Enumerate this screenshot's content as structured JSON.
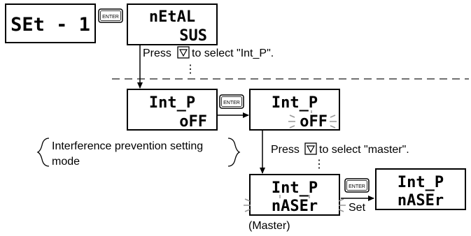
{
  "displays": {
    "set1": {
      "line1": "SEt - 1"
    },
    "metal": {
      "line1": "nEtAL",
      "line2": "SUS"
    },
    "intp_off": {
      "line1": "Int_P",
      "line2": "oFF"
    },
    "intp_off_blink": {
      "line1": "Int_P",
      "line2": "oFF"
    },
    "intp_master_blink": {
      "line1": "Int_P",
      "line2": "nASEr"
    },
    "intp_master": {
      "line1": "Int_P",
      "line2": "nASEr"
    }
  },
  "keys": {
    "enter": "ENTER"
  },
  "labels": {
    "press1_a": "Press",
    "press1_b": "to select \"Int_P\".",
    "press2_a": "Press",
    "press2_b": "to select \"master\".",
    "vdots": "⋮",
    "mode_line1": "Interference prevention setting",
    "mode_line2": "mode",
    "set": "Set",
    "master": "(Master)"
  },
  "icons": [
    "down-arrow-key-icon",
    "enter-key-icon"
  ]
}
